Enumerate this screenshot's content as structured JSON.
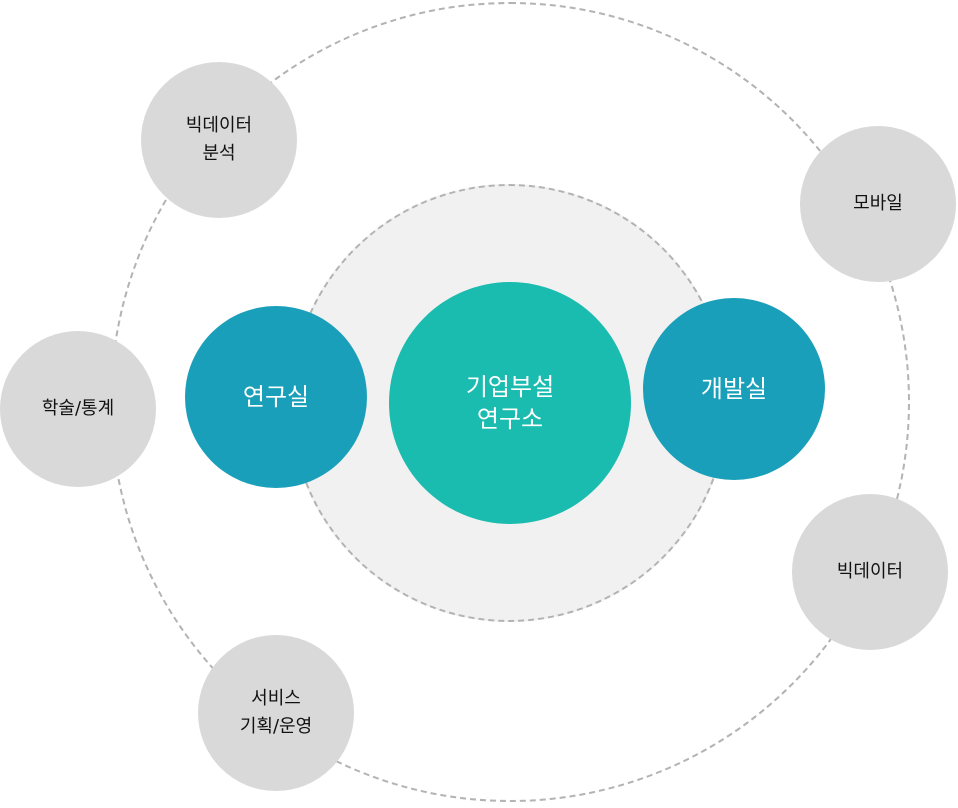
{
  "diagram": {
    "center": {
      "lines": [
        "기업부설",
        "연구소"
      ],
      "color": "#1bbcb0"
    },
    "departments": [
      {
        "lines": [
          "연구실"
        ],
        "color": "#1a9fba"
      },
      {
        "lines": [
          "개발실"
        ],
        "color": "#1a9fba"
      }
    ],
    "satellites": [
      {
        "lines": [
          "빅데이터",
          "분석"
        ]
      },
      {
        "lines": [
          "모바일"
        ]
      },
      {
        "lines": [
          "학술/통계"
        ]
      },
      {
        "lines": [
          "빅데이터"
        ]
      },
      {
        "lines": [
          "서비스",
          "기획/운영"
        ]
      }
    ],
    "colors": {
      "satellite_fill": "#d9d9d9",
      "inner_area_fill": "#f1f1f1",
      "dashed_ring": "#b3b3b3"
    }
  }
}
